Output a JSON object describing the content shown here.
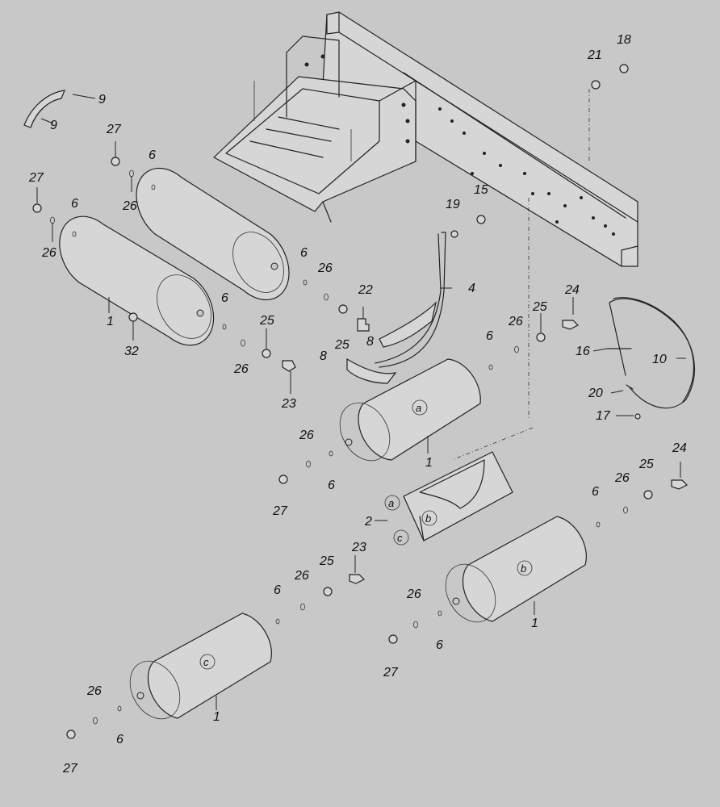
{
  "diagram": {
    "labels": [
      {
        "id": "l18",
        "text": "18"
      },
      {
        "id": "l21",
        "text": "21"
      },
      {
        "id": "l9a",
        "text": "9"
      },
      {
        "id": "l9b",
        "text": "9"
      },
      {
        "id": "l27a",
        "text": "27"
      },
      {
        "id": "l27b",
        "text": "27"
      },
      {
        "id": "l6a",
        "text": "6"
      },
      {
        "id": "l26a",
        "text": "26"
      },
      {
        "id": "l6b",
        "text": "6"
      },
      {
        "id": "l26b",
        "text": "26"
      },
      {
        "id": "l15",
        "text": "15"
      },
      {
        "id": "l19",
        "text": "19"
      },
      {
        "id": "l6c",
        "text": "6"
      },
      {
        "id": "l26c",
        "text": "26"
      },
      {
        "id": "l4",
        "text": "4"
      },
      {
        "id": "l1a",
        "text": "1"
      },
      {
        "id": "l6d",
        "text": "6"
      },
      {
        "id": "l22",
        "text": "22"
      },
      {
        "id": "l32",
        "text": "32"
      },
      {
        "id": "l25a",
        "text": "25"
      },
      {
        "id": "l8a",
        "text": "8"
      },
      {
        "id": "l25b",
        "text": "25"
      },
      {
        "id": "l8b",
        "text": "8"
      },
      {
        "id": "l24a",
        "text": "24"
      },
      {
        "id": "l25c",
        "text": "25"
      },
      {
        "id": "l26d",
        "text": "26"
      },
      {
        "id": "l6e",
        "text": "6"
      },
      {
        "id": "l26e",
        "text": "26"
      },
      {
        "id": "l23a",
        "text": "23"
      },
      {
        "id": "l16",
        "text": "16"
      },
      {
        "id": "l10",
        "text": "10"
      },
      {
        "id": "l20",
        "text": "20"
      },
      {
        "id": "l17",
        "text": "17"
      },
      {
        "id": "l26f",
        "text": "26"
      },
      {
        "id": "l1b",
        "text": "1"
      },
      {
        "id": "l6f",
        "text": "6"
      },
      {
        "id": "l27c",
        "text": "27"
      },
      {
        "id": "l24b",
        "text": "24"
      },
      {
        "id": "l26g",
        "text": "26"
      },
      {
        "id": "l25d",
        "text": "25"
      },
      {
        "id": "l6g",
        "text": "6"
      },
      {
        "id": "l2",
        "text": "2"
      },
      {
        "id": "l23b",
        "text": "23"
      },
      {
        "id": "l26h",
        "text": "26"
      },
      {
        "id": "l25e",
        "text": "25"
      },
      {
        "id": "l6h",
        "text": "6"
      },
      {
        "id": "l26i",
        "text": "26"
      },
      {
        "id": "l1c",
        "text": "1"
      },
      {
        "id": "l6i",
        "text": "6"
      },
      {
        "id": "l27d",
        "text": "27"
      },
      {
        "id": "l26j",
        "text": "26"
      },
      {
        "id": "l1d",
        "text": "1"
      },
      {
        "id": "l6j",
        "text": "6"
      },
      {
        "id": "l27e",
        "text": "27"
      }
    ],
    "markers": [
      {
        "id": "ma1",
        "text": "a"
      },
      {
        "id": "ma2",
        "text": "a"
      },
      {
        "id": "mb1",
        "text": "b"
      },
      {
        "id": "mb2",
        "text": "b"
      },
      {
        "id": "mc1",
        "text": "c"
      },
      {
        "id": "mc2",
        "text": "c"
      }
    ]
  }
}
